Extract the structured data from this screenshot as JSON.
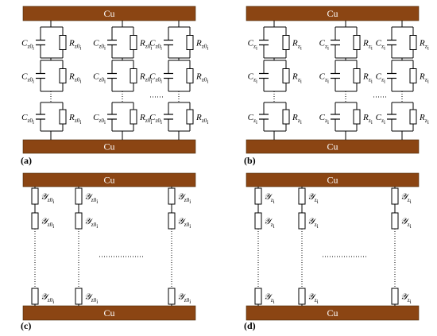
{
  "colors": {
    "copper": "#8b4513",
    "wire": "#000000",
    "background": "#ffffff"
  },
  "copper_label": "Cu",
  "panels": [
    {
      "id": "a",
      "letter": "(a)",
      "type": "rc",
      "C_main": "C",
      "R_main": "R",
      "sub_main": "z0",
      "sub_index": "i"
    },
    {
      "id": "b",
      "letter": "(b)",
      "type": "rc",
      "C_main": "C",
      "R_main": "R",
      "sub_main": "z",
      "sub_index": "i"
    },
    {
      "id": "c",
      "letter": "(c)",
      "type": "y",
      "Y_main": "𝒴",
      "sub_main": "z0",
      "sub_index": "i"
    },
    {
      "id": "d",
      "letter": "(d)",
      "type": "y",
      "Y_main": "𝒴",
      "sub_main": "z",
      "sub_index": "i"
    }
  ]
}
